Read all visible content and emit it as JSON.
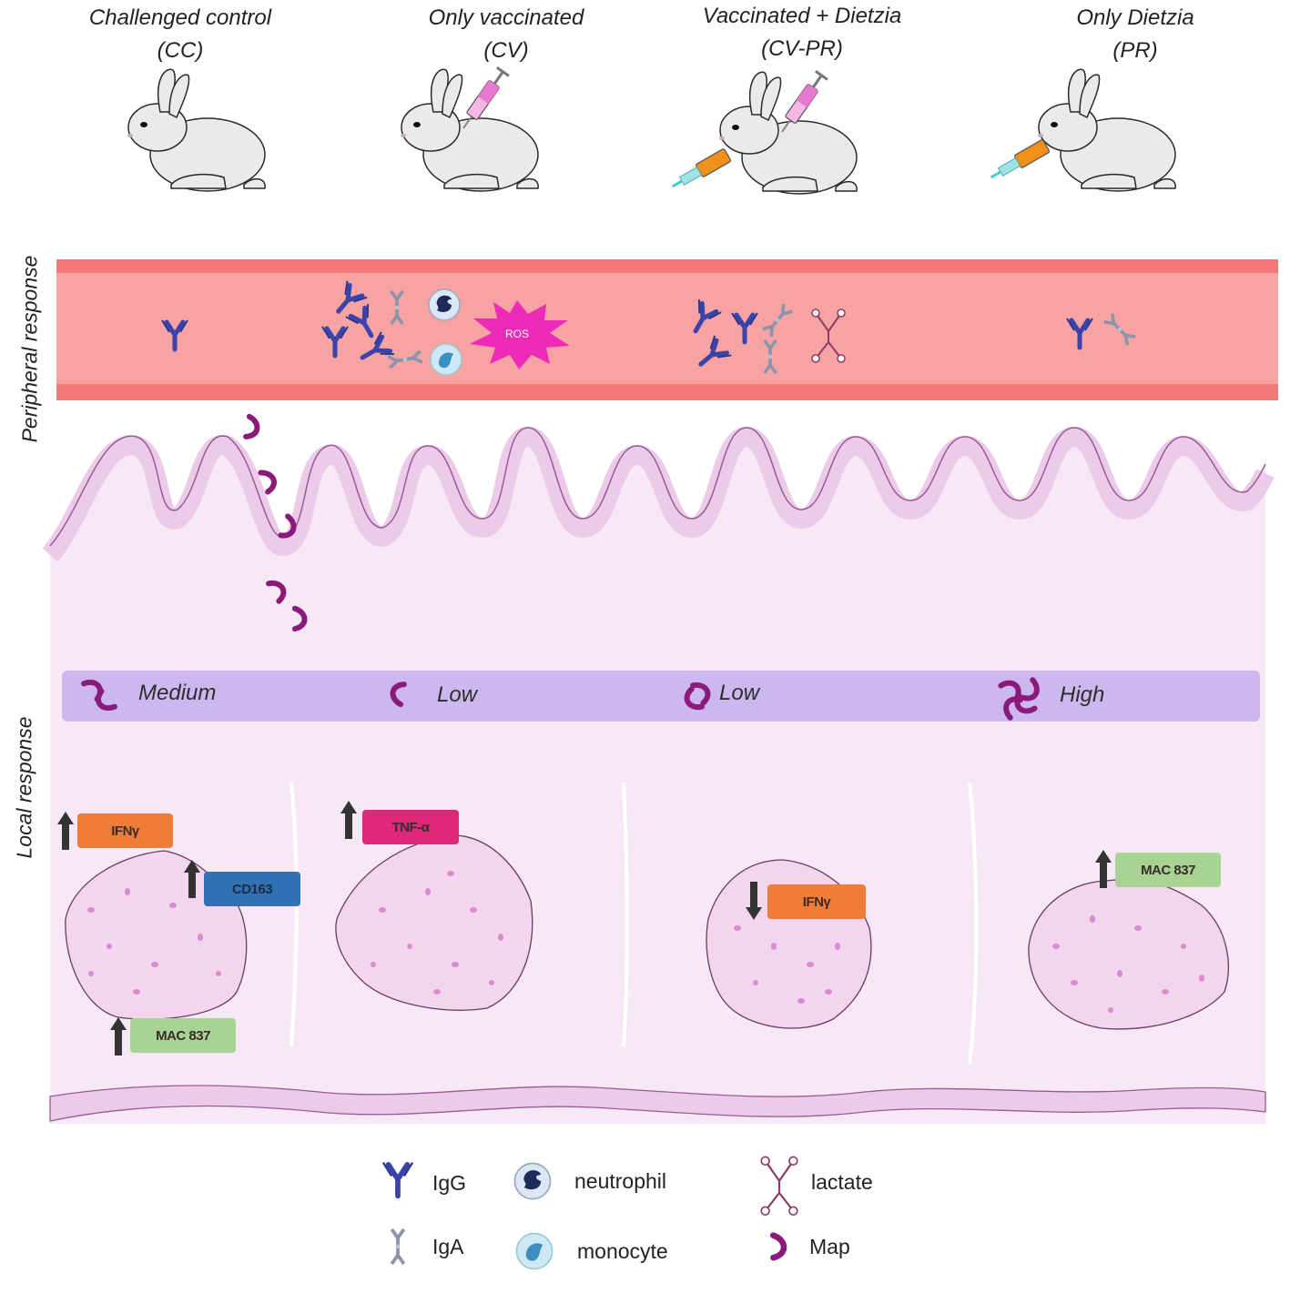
{
  "groups": [
    {
      "line1": "Challenged control",
      "line2": "(CC)"
    },
    {
      "line1": "Only vaccinated",
      "line2": "(CV)"
    },
    {
      "line1": "Vaccinated + Dietzia",
      "line2": "(CV-PR)"
    },
    {
      "line1": "Only Dietzia",
      "line2": "(PR)"
    }
  ],
  "side_labels": {
    "peripheral": "Peripheral response",
    "local": "Local response"
  },
  "ros_label": "ROS",
  "map_levels": [
    "Medium",
    "Low",
    "Low",
    "High"
  ],
  "annotations": {
    "cc_ifng": "IFNγ",
    "cc_cd163": "CD163",
    "cc_mac": "MAC 837",
    "cv_tnf": "TNF-α",
    "cvpr_ifng": "IFNγ",
    "pr_mac": "MAC 837"
  },
  "legend": {
    "igg": "IgG",
    "iga": "IgA",
    "neutrophil": "neutrophil",
    "monocyte": "monocyte",
    "lactate": "lactate",
    "map": "Map"
  },
  "colors": {
    "vessel_band": "#f7a3a4",
    "vessel_edge": "#f47a7a",
    "tissue": "#f7e8f6",
    "villus": "#eccbe9",
    "map_bar": "#ccb8ee",
    "map_bacteria": "#8b1a7a",
    "igg": "#3a44a8",
    "iga": "#8a94aa",
    "ros": "#ee2ab9",
    "ifng": "#ef7d38",
    "cd163": "#2f73b5",
    "mac": "#a9d395",
    "tnf": "#e0287a"
  }
}
